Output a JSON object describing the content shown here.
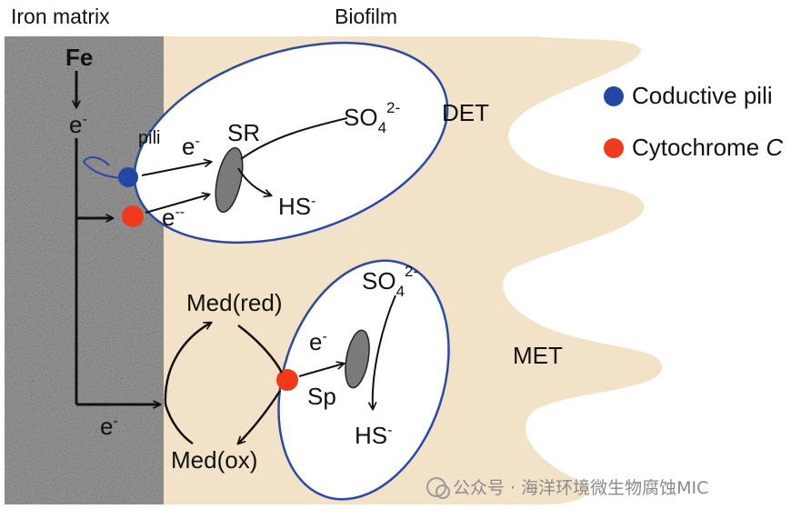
{
  "headers": {
    "iron_matrix": "Iron matrix",
    "biofilm": "Biofilm"
  },
  "legend": [
    {
      "label": "Coductive pili",
      "color": "#2446a6"
    },
    {
      "label": "Cytochrome ",
      "label_italic": "C",
      "color": "#f03a1c"
    }
  ],
  "regions": {
    "det": "DET",
    "met": "MET"
  },
  "labels": {
    "fe": "Fe",
    "electron": "e",
    "electron_sup": "-",
    "electron_sup_double": "--",
    "pili": "pili",
    "sr": "SR",
    "so4_base": "SO",
    "so4_sub": "4",
    "so4_sup": "2-",
    "hs_base": "HS",
    "hs_sup": "-",
    "med_red": "Med(red)",
    "med_ox": "Med(ox)",
    "sp": "Sp"
  },
  "watermark": "公众号 · 海洋环境微生物腐蚀MIC",
  "colors": {
    "biofilm": "#f2e2c8",
    "iron": "#9c9c9c",
    "cell_outline": "#2b4aa5",
    "pili_blue": "#2446a6",
    "cytochrome_red": "#f03a1c",
    "sr_body": "#7a7a7a"
  }
}
